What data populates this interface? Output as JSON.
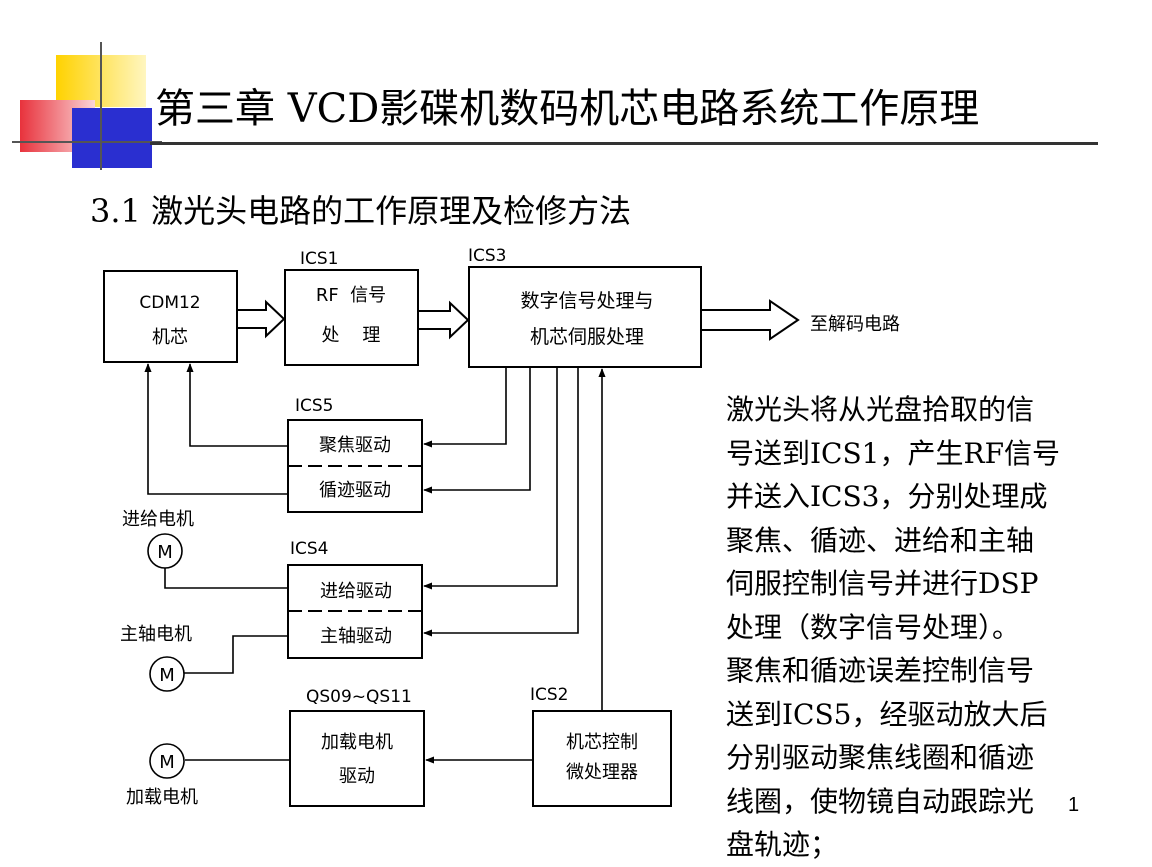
{
  "slide": {
    "title": "第三章 VCD影碟机数码机芯电路系统工作原理",
    "subtitle": "3.1 激光头电路的工作原理及检修方法",
    "page_number": "1"
  },
  "diagram": {
    "blocks": {
      "cdm12": {
        "line1": "CDM12",
        "line2": "机芯"
      },
      "ics1": {
        "tag": "ICS1",
        "line1": "RF  信号",
        "line2": "处    理"
      },
      "ics3": {
        "tag": "ICS3",
        "line1": "数字信号处理与",
        "line2": "机芯伺服处理"
      },
      "ics5": {
        "tag": "ICS5",
        "row1": "聚焦驱动",
        "row2": "循迹驱动"
      },
      "ics4": {
        "tag": "ICS4",
        "row1": "进给驱动",
        "row2": "主轴驱动"
      },
      "qs": {
        "tag": "QS09~QS11",
        "line1": "加载电机",
        "line2": "驱动"
      },
      "ics2": {
        "tag": "ICS2",
        "line1": "机芯控制",
        "line2": "微处理器"
      }
    },
    "output_label": "至解码电路",
    "motors": {
      "feed_label": "进给电机",
      "spindle_label": "主轴电机",
      "load_label": "加载电机",
      "symbol": "M"
    }
  },
  "description": {
    "lines": [
      "激光头将从光盘拾取的信",
      "号送到ICS1，产生RF信号",
      "并送入ICS3，分别处理成",
      "聚焦、循迹、进给和主轴",
      "伺服控制信号并进行DSP",
      "处理（数字信号处理）。",
      "聚焦和循迹误差控制信号",
      "送到ICS5，经驱动放大后",
      "分别驱动聚焦线圈和循迹",
      "线圈，使物镜自动跟踪光",
      "盘轨迹；"
    ]
  },
  "colors": {
    "deco_yellow": "#ffd200",
    "deco_red": "#e8323c",
    "deco_blue": "#2a2fd0",
    "rule": "#333333"
  }
}
